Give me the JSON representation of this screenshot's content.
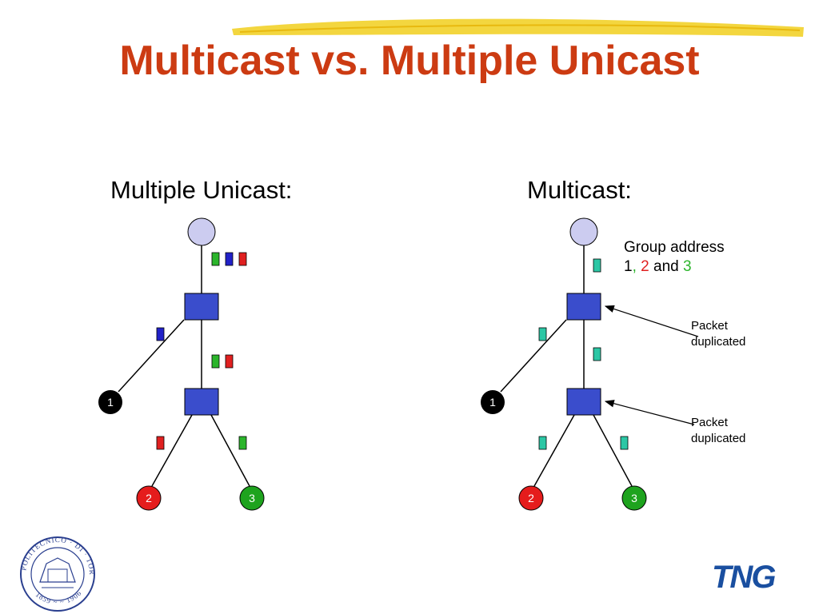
{
  "title": "Multicast vs. Multiple Unicast",
  "colors": {
    "title": "#cc3b12",
    "router": "#3a4dcc",
    "source": "#ccccf0",
    "packet_green": "#2bb52b",
    "packet_blue": "#2121c8",
    "packet_red": "#e02020",
    "packet_teal": "#2cc7a5",
    "node_black": "#000000",
    "node_red": "#e51c1c",
    "node_green": "#1ea31e"
  },
  "left": {
    "heading": "Multiple Unicast:",
    "nodes": {
      "n1": "1",
      "n2": "2",
      "n3": "3"
    }
  },
  "right": {
    "heading": "Multicast:",
    "group_address": {
      "line1": "Group address",
      "prefix": "1",
      "comma": ",",
      "n2": "2",
      "and": "and",
      "n3": "3"
    },
    "annotations": [
      {
        "line1": "Packet",
        "line2": "duplicated"
      },
      {
        "line1": "Packet",
        "line2": "duplicated"
      }
    ],
    "nodes": {
      "n1": "1",
      "n2": "2",
      "n3": "3"
    }
  },
  "logos": {
    "left_seal": "POLITECNICO DI TORINO 1859 1906",
    "right": "TNG"
  }
}
